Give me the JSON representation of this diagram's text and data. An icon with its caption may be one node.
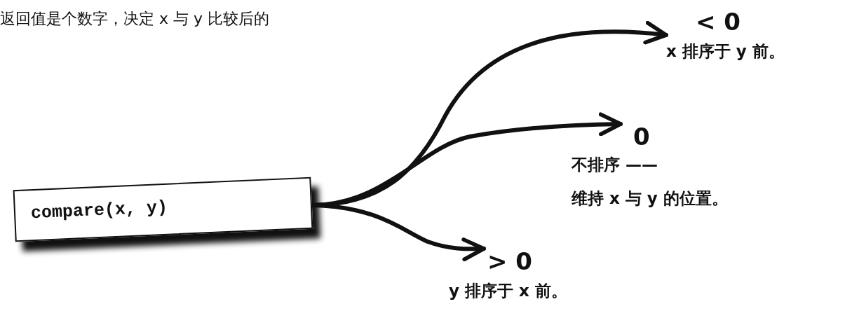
{
  "diagram": {
    "nodes": [
      {
        "text": [
          "compare(x, y)"
        ]
      },
      {
        "text": [
          "< 0",
          "x 排序于 y 前。"
        ]
      },
      {
        "text": [
          "0",
          "不排序 ——",
          "维持 x 与 y 的位置。"
        ]
      },
      {
        "text": [
          "> 0",
          "y 排序于 x 前。"
        ]
      }
    ],
    "edges": [
      {
        "from": 0,
        "to": 1,
        "arrow": "to"
      },
      {
        "from": 0,
        "to": 2,
        "arrow": "to"
      },
      {
        "from": 0,
        "to": 3,
        "arrow": "to"
      }
    ],
    "labels": [
      "返回值是个数字，决定 x 与 y 比较后的"
    ]
  }
}
